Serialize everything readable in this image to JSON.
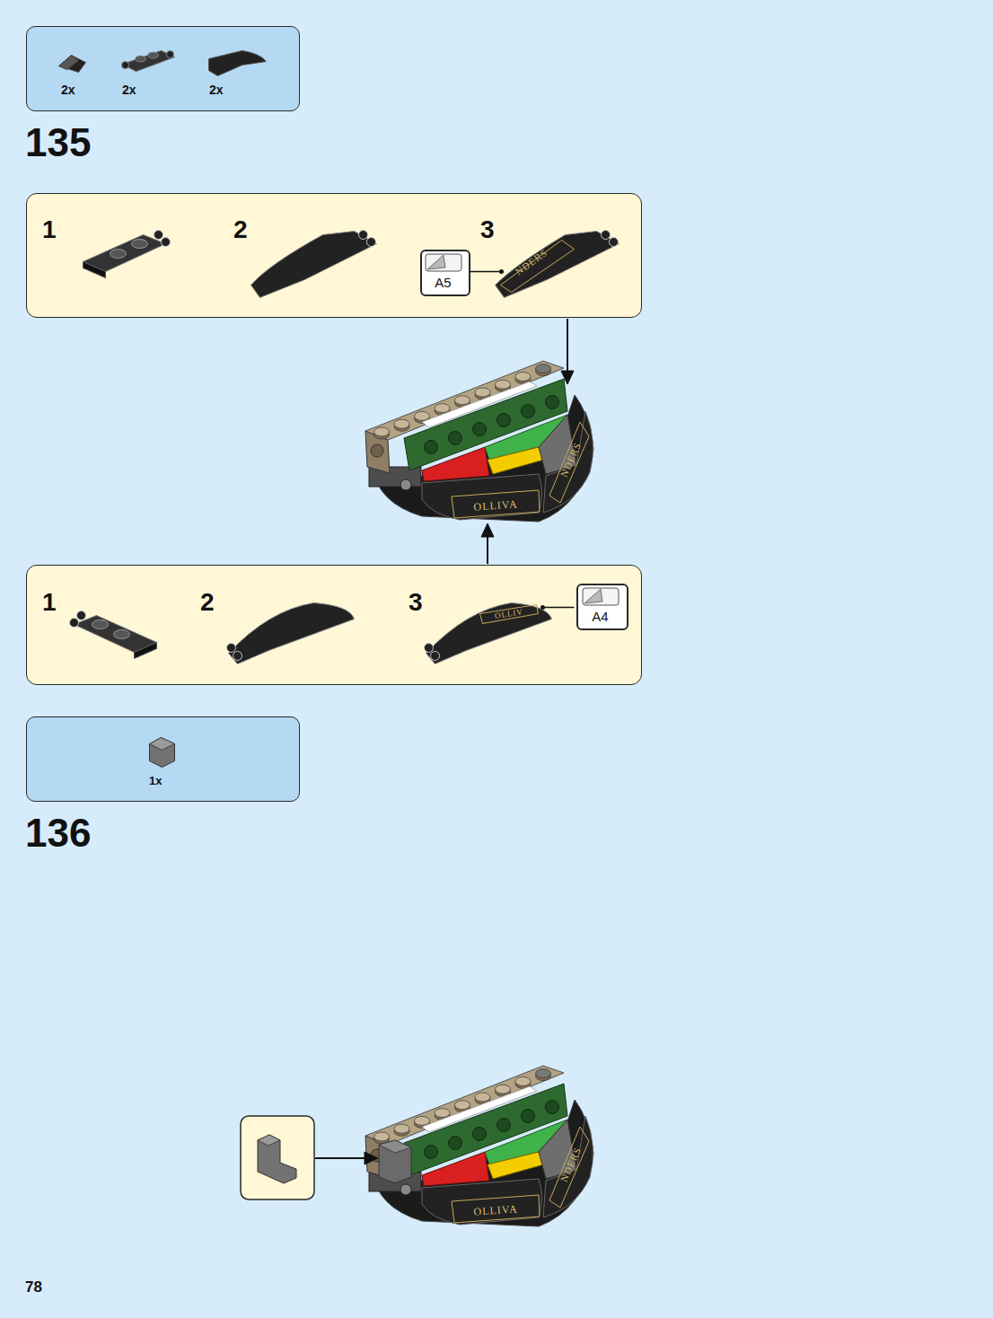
{
  "diagram": {
    "nodes": [
      {
        "text": [
          "2x",
          "2x",
          "2x"
        ]
      },
      {
        "text": [
          "1",
          "2",
          "3"
        ]
      },
      {
        "text": [
          "A5"
        ],
        "in": 1
      },
      {
        "text": [
          "1",
          "2",
          "3"
        ]
      },
      {
        "text": [
          "A4"
        ],
        "in": 3
      },
      {
        "text": [
          "1x"
        ]
      }
    ],
    "labels": [
      "135",
      "NDERS",
      "OLLIVA",
      "NDERS",
      "OLLIV",
      "136",
      "OLLIVA",
      "NDERS",
      "78"
    ]
  }
}
